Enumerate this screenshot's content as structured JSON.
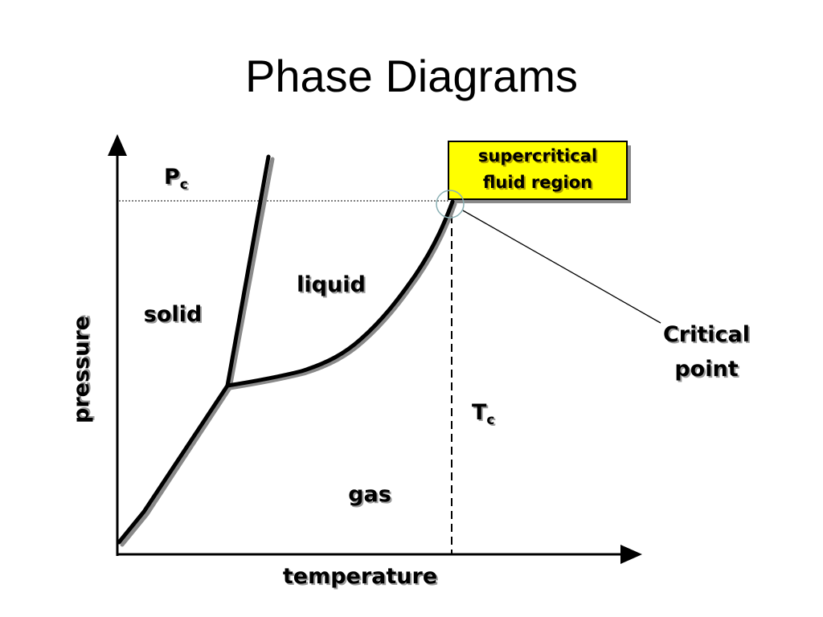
{
  "title": "Phase Diagrams",
  "axes": {
    "x_label": "temperature",
    "y_label": "pressure"
  },
  "regions": {
    "solid": "solid",
    "liquid": "liquid",
    "gas": "gas",
    "supercritical_line1": "supercritical",
    "supercritical_line2": "fluid region"
  },
  "markers": {
    "pc_main": "P",
    "pc_sub": "c",
    "tc_main": "T",
    "tc_sub": "c"
  },
  "callout": {
    "line1": "Critical",
    "line2": "point"
  },
  "colors": {
    "supercritical_box": "#ffff00",
    "lines": "#000000"
  }
}
